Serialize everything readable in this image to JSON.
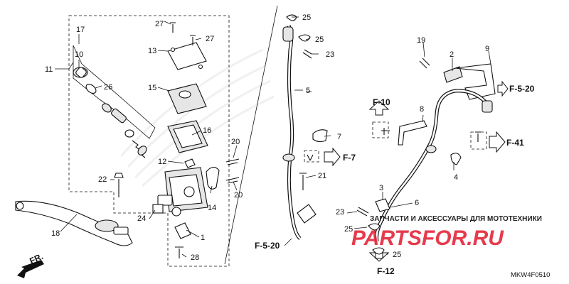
{
  "diagram_code": "MKW4F0510",
  "direction_label": "FR.",
  "watermark": {
    "tagline": "ЗАПЧАСТИ И АКСЕССУАРЫ ДЛЯ МОТОТЕХНИКИ",
    "logo_text": "PARTSFOR.RU"
  },
  "part_numbers": {
    "p1": "1",
    "p2": "2",
    "p3": "3",
    "p4": "4",
    "p5": "5",
    "p6": "6",
    "p7": "7",
    "p8": "8",
    "p9": "9",
    "p10": "10",
    "p11": "11",
    "p12": "12",
    "p13": "13",
    "p14": "14",
    "p15": "15",
    "p16": "16",
    "p17": "17",
    "p18": "18",
    "p19": "19",
    "p20a": "20",
    "p20b": "20",
    "p21": "21",
    "p22": "22",
    "p23a": "23",
    "p23b": "23",
    "p24": "24",
    "p25a": "25",
    "p25b": "25",
    "p25c": "25",
    "p25d": "25",
    "p26": "26",
    "p27a": "27",
    "p27b": "27",
    "p28": "28"
  },
  "refs": {
    "f10": "F-10",
    "f7": "F-7",
    "f520a": "F-5-20",
    "f520b": "F-5-20",
    "f41": "F-41",
    "f12": "F-12"
  }
}
